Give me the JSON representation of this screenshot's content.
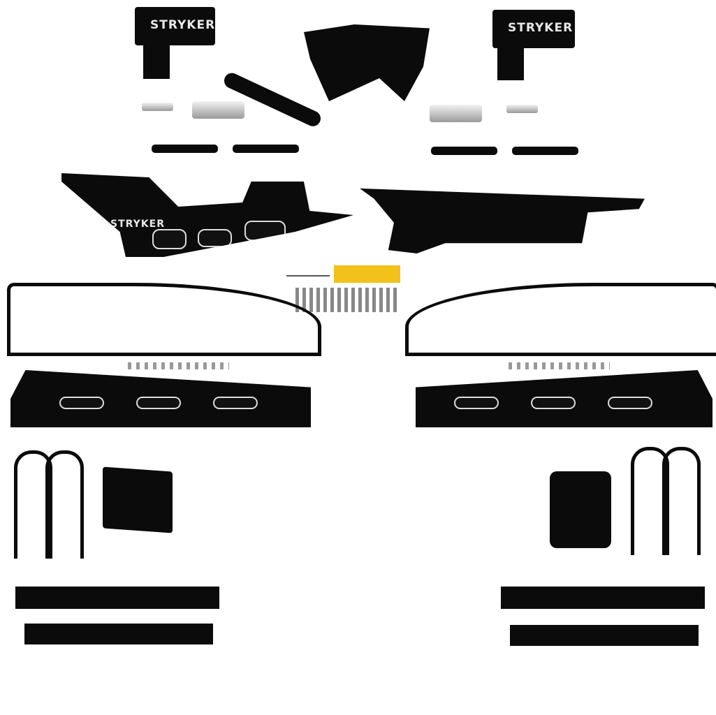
{
  "image": {
    "subject": "Suspension lift kit components laid out on white background",
    "brand_text": "STRYKER",
    "colors": {
      "background": "#ffffff",
      "parts": "#0b0b0b",
      "hardware": "#c8c8c8",
      "package": "#f2c21a"
    }
  },
  "parts": {
    "top_left_bracket_logo": "STRYKER",
    "top_right_bracket_logo": "STRYKER",
    "left_traction_bar_logo": "STRYKER"
  }
}
